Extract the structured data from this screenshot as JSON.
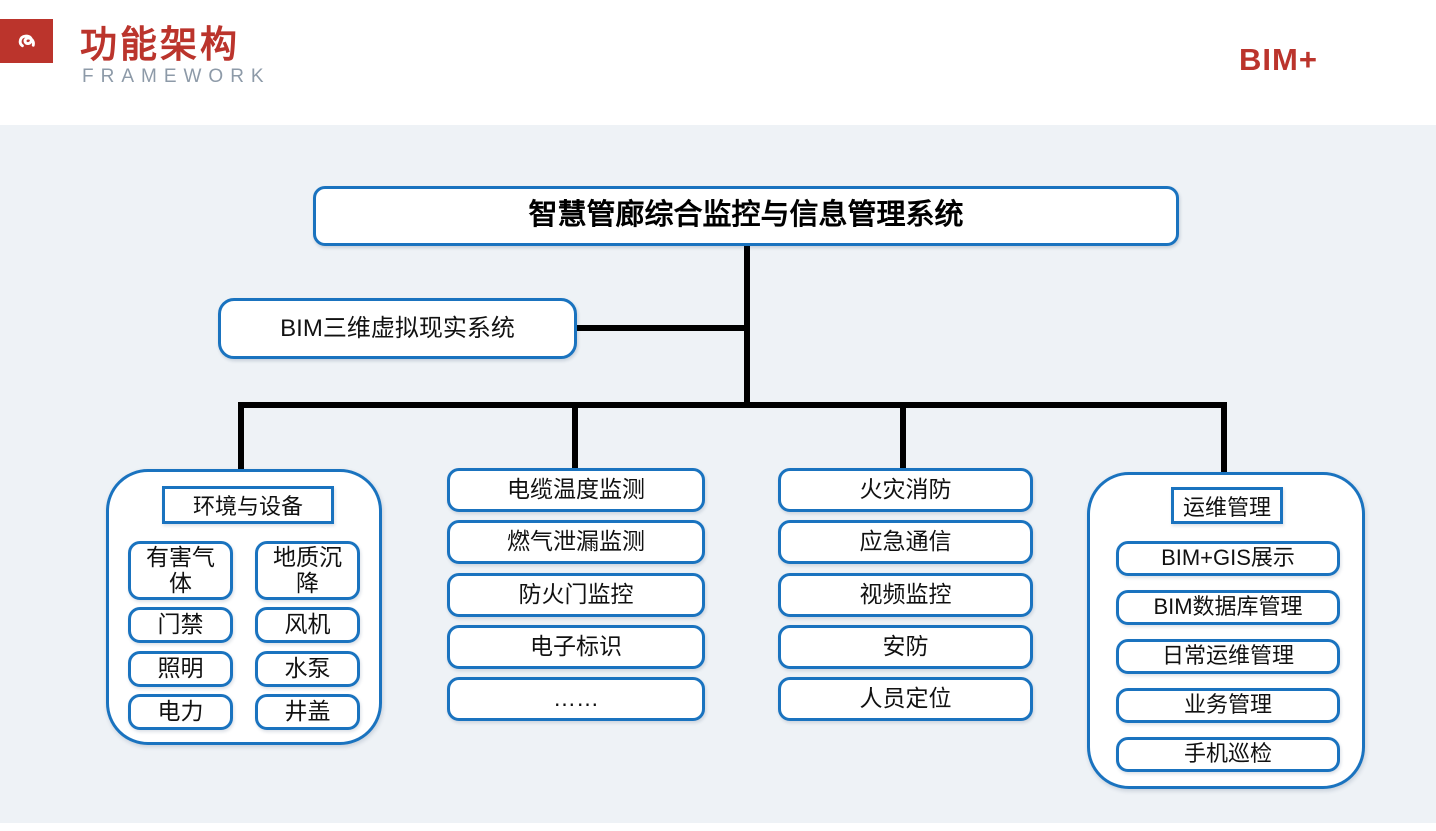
{
  "header": {
    "title": "功能架构",
    "subtitle": "FRAMEWORK",
    "corner_badge": "BIM+"
  },
  "colors": {
    "accent_red": "#bb342c",
    "border_blue": "#1a73bf",
    "connector_black": "#000000",
    "canvas_bg": "#eef2f6",
    "subtitle_gray": "#8d9aa8"
  },
  "diagram": {
    "root_label": "智慧管廊综合监控与信息管理系统",
    "side_label": "BIM三维虚拟现实系统",
    "groups": [
      {
        "header": "环境与设备",
        "items": [
          "有害气体",
          "地质沉降",
          "门禁",
          "风机",
          "照明",
          "水泵",
          "电力",
          "井盖"
        ]
      },
      {
        "items": [
          "电缆温度监测",
          "燃气泄漏监测",
          "防火门监控",
          "电子标识",
          "……"
        ]
      },
      {
        "items": [
          "火灾消防",
          "应急通信",
          "视频监控",
          "安防",
          "人员定位"
        ]
      },
      {
        "header": "运维管理",
        "items": [
          "BIM+GIS展示",
          "BIM数据库管理",
          "日常运维管理",
          "业务管理",
          "手机巡检"
        ]
      }
    ]
  }
}
